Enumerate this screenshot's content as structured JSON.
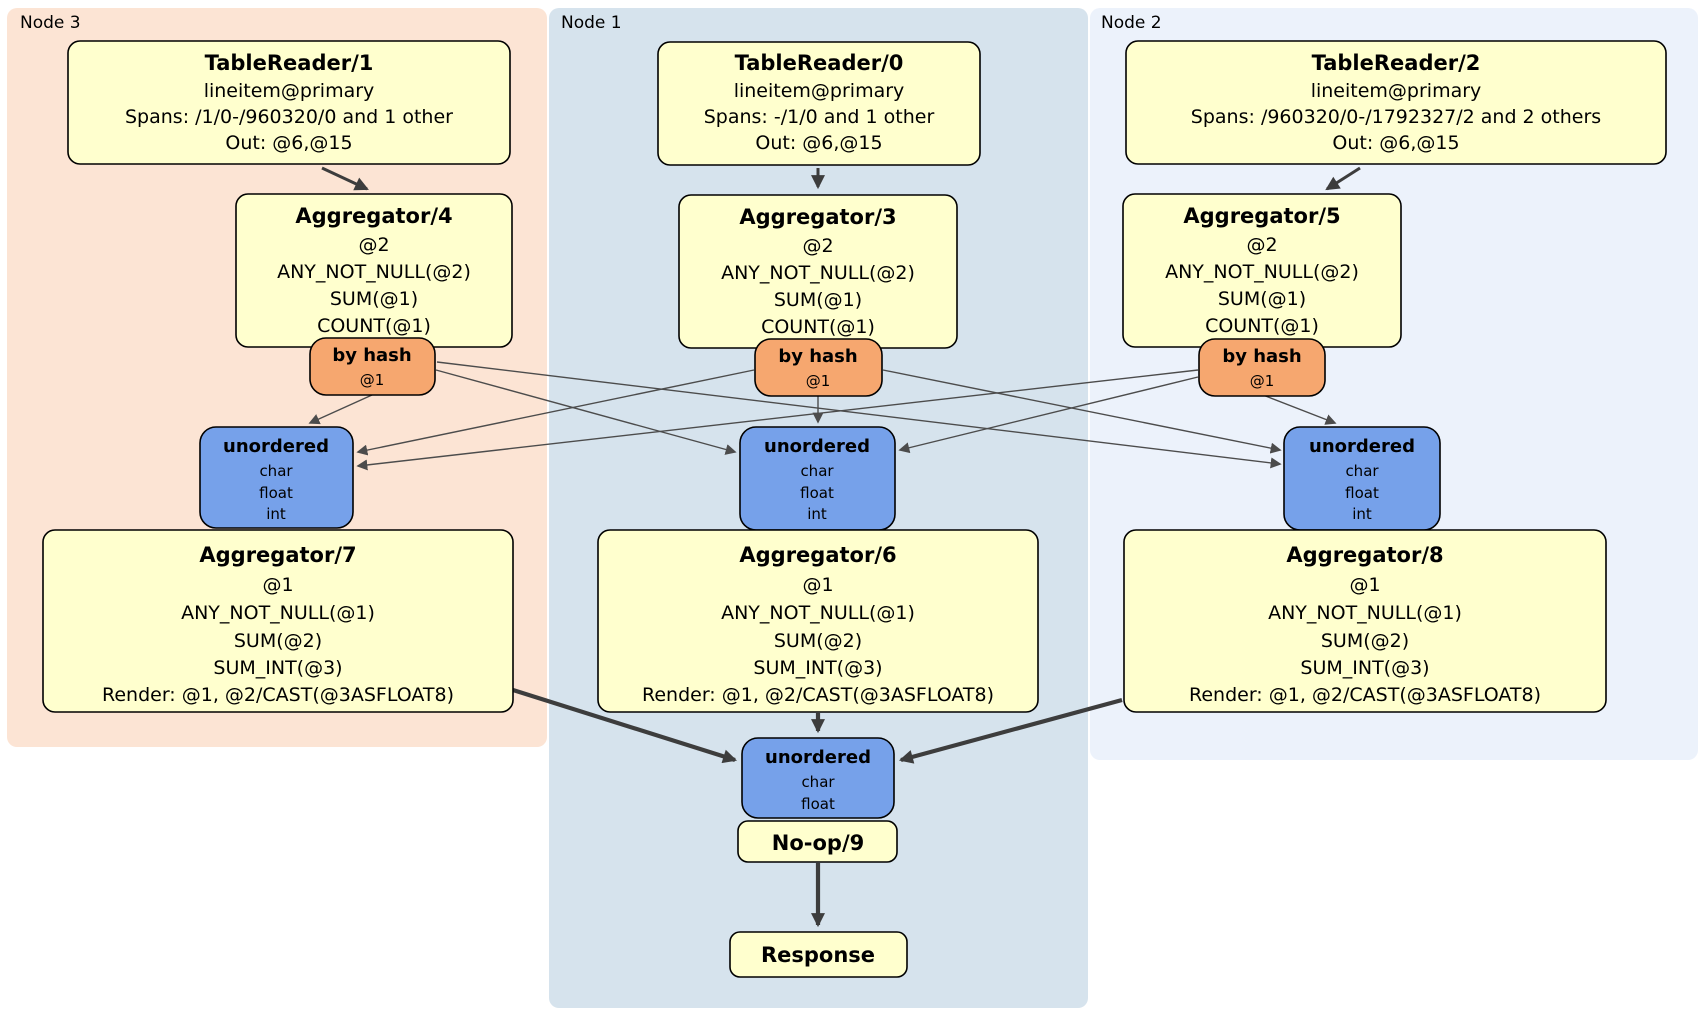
{
  "colors": {
    "page_bg": "#ffffff",
    "panel_node3": "#fce4d4",
    "panel_node1": "#d6e3ed",
    "panel_node2": "#ecf2fb",
    "box_fill": "#ffffce",
    "router_fill": "#f6a76f",
    "sync_fill": "#76a1ea",
    "box_border": "#000000",
    "edge_thin": "#4c4c4c",
    "edge_thick": "#3d3d3d"
  },
  "node3": {
    "label": "Node 3",
    "tablereader": {
      "title": "TableReader/1",
      "lines": [
        "lineitem@primary",
        "Spans: /1/0-/960320/0 and 1 other",
        "Out: @6,@15"
      ]
    },
    "aggregator_top": {
      "title": "Aggregator/4",
      "lines": [
        "@2",
        "ANY_NOT_NULL(@2)",
        "SUM(@1)",
        "COUNT(@1)"
      ]
    },
    "router": {
      "title": "by hash",
      "detail": "@1"
    },
    "sync": {
      "title": "unordered",
      "lines": [
        "char",
        "float",
        "int"
      ]
    },
    "aggregator_bottom": {
      "title": "Aggregator/7",
      "lines": [
        "@1",
        "ANY_NOT_NULL(@1)",
        "SUM(@2)",
        "SUM_INT(@3)",
        "Render: @1, @2/CAST(@3ASFLOAT8)"
      ]
    }
  },
  "node1": {
    "label": "Node 1",
    "tablereader": {
      "title": "TableReader/0",
      "lines": [
        "lineitem@primary",
        "Spans: -/1/0 and 1 other",
        "Out: @6,@15"
      ]
    },
    "aggregator_top": {
      "title": "Aggregator/3",
      "lines": [
        "@2",
        "ANY_NOT_NULL(@2)",
        "SUM(@1)",
        "COUNT(@1)"
      ]
    },
    "router": {
      "title": "by hash",
      "detail": "@1"
    },
    "sync": {
      "title": "unordered",
      "lines": [
        "char",
        "float",
        "int"
      ]
    },
    "aggregator_bottom": {
      "title": "Aggregator/6",
      "lines": [
        "@1",
        "ANY_NOT_NULL(@1)",
        "SUM(@2)",
        "SUM_INT(@3)",
        "Render: @1, @2/CAST(@3ASFLOAT8)"
      ]
    }
  },
  "node2": {
    "label": "Node 2",
    "tablereader": {
      "title": "TableReader/2",
      "lines": [
        "lineitem@primary",
        "Spans: /960320/0-/1792327/2 and 2 others",
        "Out: @6,@15"
      ]
    },
    "aggregator_top": {
      "title": "Aggregator/5",
      "lines": [
        "@2",
        "ANY_NOT_NULL(@2)",
        "SUM(@1)",
        "COUNT(@1)"
      ]
    },
    "router": {
      "title": "by hash",
      "detail": "@1"
    },
    "sync": {
      "title": "unordered",
      "lines": [
        "char",
        "float",
        "int"
      ]
    },
    "aggregator_bottom": {
      "title": "Aggregator/8",
      "lines": [
        "@1",
        "ANY_NOT_NULL(@1)",
        "SUM(@2)",
        "SUM_INT(@3)",
        "Render: @1, @2/CAST(@3ASFLOAT8)"
      ]
    }
  },
  "output": {
    "sync": {
      "title": "unordered",
      "lines": [
        "char",
        "float"
      ]
    },
    "noop_title": "No-op/9",
    "response_title": "Response"
  }
}
